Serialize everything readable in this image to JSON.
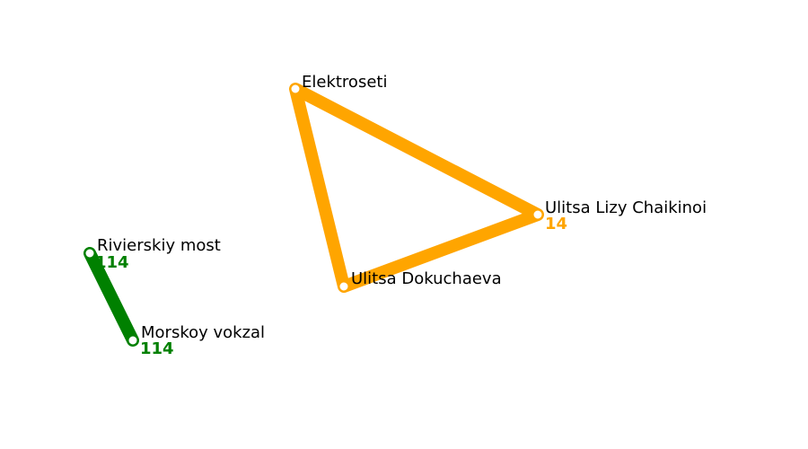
{
  "colors": {
    "orange": "#FFA500",
    "green": "#008000",
    "background": "#ffffff"
  },
  "routes": [
    {
      "id": "orange-route",
      "color": "#FFA500",
      "shape": "closed-triangle"
    },
    {
      "id": "green-route",
      "color": "#008000",
      "shape": "segment"
    }
  ],
  "stops": {
    "elektroseti": {
      "name": "Elektroseti"
    },
    "lizy": {
      "name": "Ulitsa Lizy Chaikinoi",
      "route": "14",
      "route_color": "#FFA500"
    },
    "dokuchaeva": {
      "name": "Ulitsa Dokuchaeva"
    },
    "rivierskiy": {
      "name": "Rivierskiy most",
      "route": "114",
      "route_color": "#008000"
    },
    "morskoy": {
      "name": "Morskoy vokzal",
      "route": "114",
      "route_color": "#008000"
    }
  }
}
